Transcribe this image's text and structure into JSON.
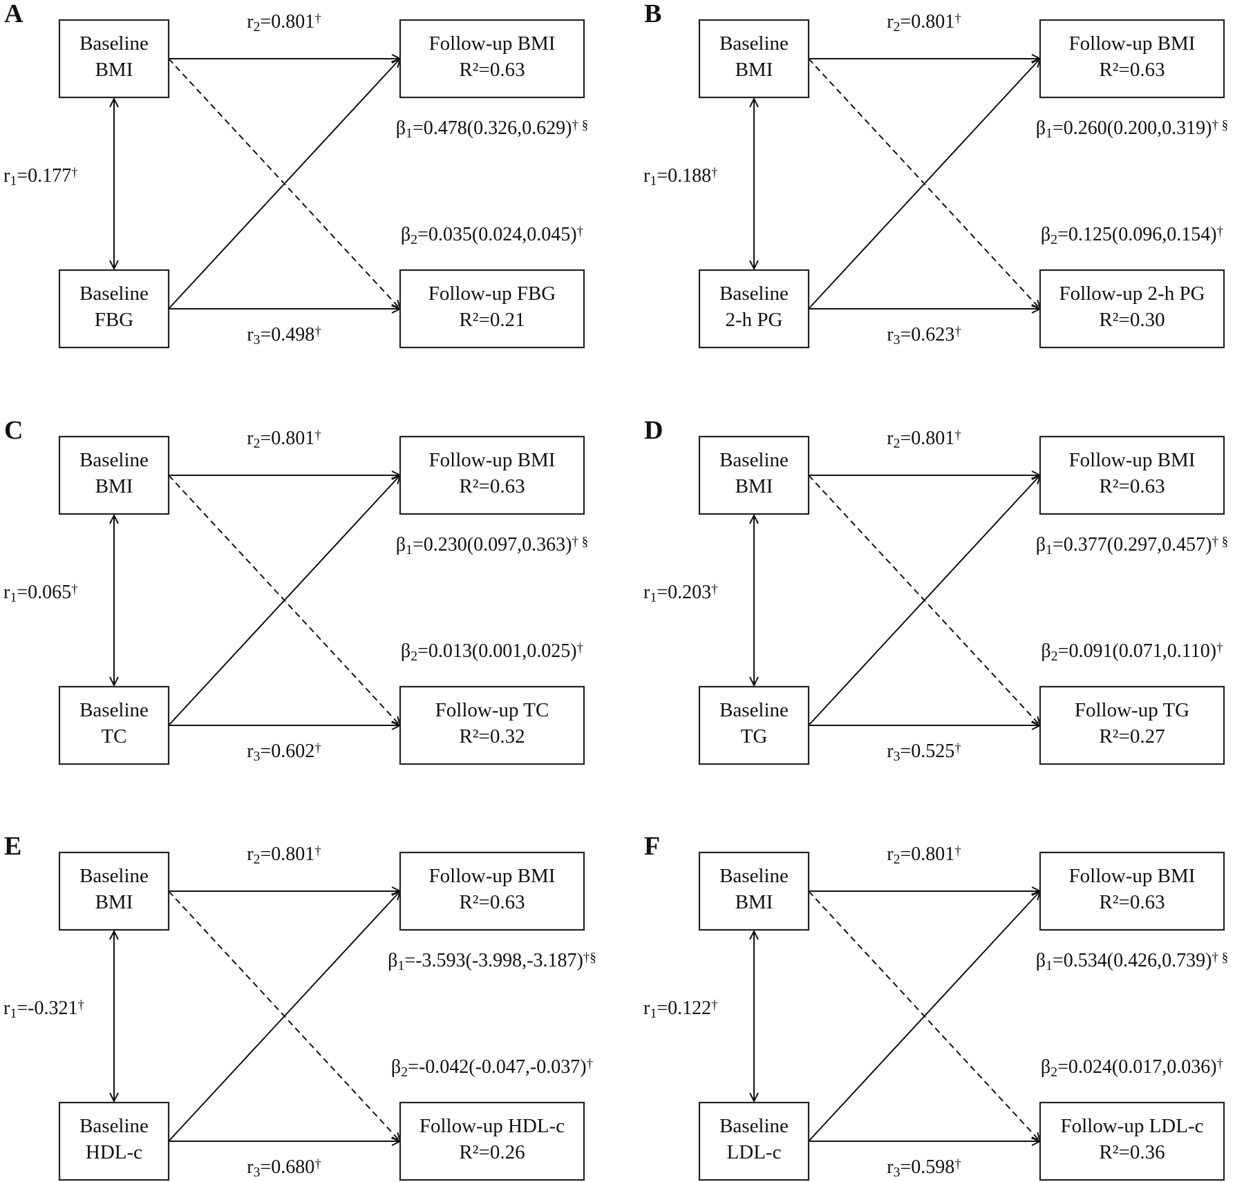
{
  "panels": [
    {
      "letter": "A",
      "top_left": [
        "Baseline",
        "BMI"
      ],
      "bottom_left": [
        "Baseline",
        "FBG"
      ],
      "top_right": [
        "Follow-up BMI",
        "R²=0.63"
      ],
      "bottom_right": [
        "Follow-up FBG",
        "R²=0.21"
      ],
      "r1": {
        "sym": "r",
        "sub": "1",
        "val": "=0.177",
        "sup": "†"
      },
      "r2": {
        "sym": "r",
        "sub": "2",
        "val": "=0.801",
        "sup": "†"
      },
      "r3": {
        "sym": "r",
        "sub": "3",
        "val": "=0.498",
        "sup": "†"
      },
      "b1": {
        "sym": "β",
        "sub": "1",
        "val": "=0.478(0.326,0.629)",
        "sup": "† §"
      },
      "b2": {
        "sym": "β",
        "sub": "2",
        "val": "=0.035(0.024,0.045)",
        "sup": "†"
      }
    },
    {
      "letter": "B",
      "top_left": [
        "Baseline",
        "BMI"
      ],
      "bottom_left": [
        "Baseline",
        "2-h PG"
      ],
      "top_right": [
        "Follow-up BMI",
        "R²=0.63"
      ],
      "bottom_right": [
        "Follow-up 2-h PG",
        "R²=0.30"
      ],
      "r1": {
        "sym": "r",
        "sub": "1",
        "val": "=0.188",
        "sup": "†"
      },
      "r2": {
        "sym": "r",
        "sub": "2",
        "val": "=0.801",
        "sup": "†"
      },
      "r3": {
        "sym": "r",
        "sub": "3",
        "val": "=0.623",
        "sup": "†"
      },
      "b1": {
        "sym": "β",
        "sub": "1",
        "val": "=0.260(0.200,0.319)",
        "sup": "† §"
      },
      "b2": {
        "sym": "β",
        "sub": "2",
        "val": "=0.125(0.096,0.154)",
        "sup": "†"
      }
    },
    {
      "letter": "C",
      "top_left": [
        "Baseline",
        "BMI"
      ],
      "bottom_left": [
        "Baseline",
        "TC"
      ],
      "top_right": [
        "Follow-up BMI",
        "R²=0.63"
      ],
      "bottom_right": [
        "Follow-up TC",
        "R²=0.32"
      ],
      "r1": {
        "sym": "r",
        "sub": "1",
        "val": "=0.065",
        "sup": "†"
      },
      "r2": {
        "sym": "r",
        "sub": "2",
        "val": "=0.801",
        "sup": "†"
      },
      "r3": {
        "sym": "r",
        "sub": "3",
        "val": "=0.602",
        "sup": "†"
      },
      "b1": {
        "sym": "β",
        "sub": "1",
        "val": "=0.230(0.097,0.363)",
        "sup": "† §"
      },
      "b2": {
        "sym": "β",
        "sub": "2",
        "val": "=0.013(0.001,0.025)",
        "sup": "†"
      }
    },
    {
      "letter": "D",
      "top_left": [
        "Baseline",
        "BMI"
      ],
      "bottom_left": [
        "Baseline",
        "TG"
      ],
      "top_right": [
        "Follow-up BMI",
        "R²=0.63"
      ],
      "bottom_right": [
        "Follow-up TG",
        "R²=0.27"
      ],
      "r1": {
        "sym": "r",
        "sub": "1",
        "val": "=0.203",
        "sup": "†"
      },
      "r2": {
        "sym": "r",
        "sub": "2",
        "val": "=0.801",
        "sup": "†"
      },
      "r3": {
        "sym": "r",
        "sub": "3",
        "val": "=0.525",
        "sup": "†"
      },
      "b1": {
        "sym": "β",
        "sub": "1",
        "val": "=0.377(0.297,0.457)",
        "sup": "† §"
      },
      "b2": {
        "sym": "β",
        "sub": "2",
        "val": "=0.091(0.071,0.110)",
        "sup": "†"
      }
    },
    {
      "letter": "E",
      "top_left": [
        "Baseline",
        "BMI"
      ],
      "bottom_left": [
        "Baseline",
        "HDL-c"
      ],
      "top_right": [
        "Follow-up BMI",
        "R²=0.63"
      ],
      "bottom_right": [
        "Follow-up HDL-c",
        "R²=0.26"
      ],
      "r1": {
        "sym": "r",
        "sub": "1",
        "val": "=-0.321",
        "sup": "†"
      },
      "r2": {
        "sym": "r",
        "sub": "2",
        "val": "=0.801",
        "sup": "†"
      },
      "r3": {
        "sym": "r",
        "sub": "3",
        "val": "=0.680",
        "sup": "†"
      },
      "b1": {
        "sym": "β",
        "sub": "1",
        "val": "=-3.593(-3.998,-3.187)",
        "sup": "†§"
      },
      "b2": {
        "sym": "β",
        "sub": "2",
        "val": "=-0.042(-0.047,-0.037)",
        "sup": "†"
      }
    },
    {
      "letter": "F",
      "top_left": [
        "Baseline",
        "BMI"
      ],
      "bottom_left": [
        "Baseline",
        "LDL-c"
      ],
      "top_right": [
        "Follow-up BMI",
        "R²=0.63"
      ],
      "bottom_right": [
        "Follow-up LDL-c",
        "R²=0.36"
      ],
      "r1": {
        "sym": "r",
        "sub": "1",
        "val": "=0.122",
        "sup": "†"
      },
      "r2": {
        "sym": "r",
        "sub": "2",
        "val": "=0.801",
        "sup": "†"
      },
      "r3": {
        "sym": "r",
        "sub": "3",
        "val": "=0.598",
        "sup": "†"
      },
      "b1": {
        "sym": "β",
        "sub": "1",
        "val": "=0.534(0.426,0.739)",
        "sup": "† §"
      },
      "b2": {
        "sym": "β",
        "sub": "2",
        "val": "=0.024(0.017,0.036)",
        "sup": "†"
      }
    }
  ]
}
